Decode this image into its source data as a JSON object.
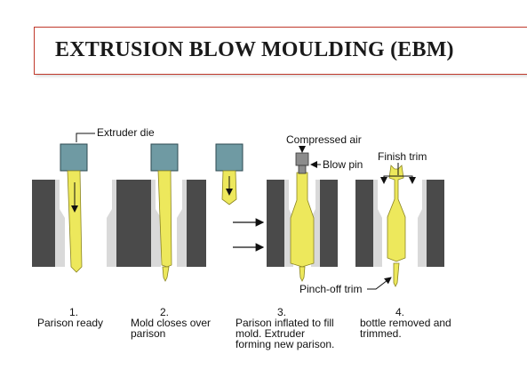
{
  "title": "EXTRUSION BLOW MOULDING (EBM)",
  "callouts": {
    "extruder_die": "Extruder die",
    "compressed_air": "Compressed air",
    "blow_pin": "Blow pin",
    "finish_trim": "Finish trim",
    "pinch_off_trim": "Pinch-off trim"
  },
  "steps": [
    {
      "number": "1.",
      "lines": [
        "Parison ready"
      ]
    },
    {
      "number": "2.",
      "lines": [
        "Mold closes over",
        "parison"
      ]
    },
    {
      "number": "3.",
      "lines": [
        "Parison inflated to fill",
        "mold. Extruder",
        "forming new parison."
      ]
    },
    {
      "number": "4.",
      "lines": [
        "bottle removed and",
        "trimmed."
      ]
    }
  ],
  "colors": {
    "title_border": "#c0392b",
    "mold_dark": "#4a4a4a",
    "mold_light": "#d9d9d9",
    "die": "#6f9aa3",
    "parison": "#ede85c",
    "parison_outline": "#8a8420"
  }
}
